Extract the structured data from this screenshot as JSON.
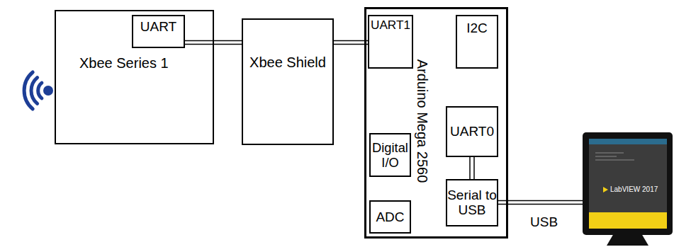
{
  "diagram": {
    "nodes": [
      {
        "text": [
          "Xbee Series 1"
        ]
      },
      {
        "text": [
          "UART"
        ],
        "in": 0
      },
      {
        "text": [
          "Xbee Shield"
        ]
      },
      {
        "text": [
          "Arduino Mega 2560"
        ]
      },
      {
        "text": [
          "UART1"
        ],
        "in": 3
      },
      {
        "text": [
          "I2C"
        ],
        "in": 3
      },
      {
        "text": [
          "UART0"
        ],
        "in": 3
      },
      {
        "text": [
          "Digital I/O"
        ],
        "in": 3
      },
      {
        "text": [
          "Serial to USB"
        ],
        "in": 3
      },
      {
        "text": [
          "ADC"
        ],
        "in": 3
      }
    ],
    "edges": [
      {
        "from": 1,
        "to": 2,
        "arrow": "none"
      },
      {
        "from": 2,
        "to": 4,
        "arrow": "none"
      },
      {
        "from": 6,
        "to": 8,
        "arrow": "none"
      }
    ],
    "labels": [
      "USB",
      "LabVIEW 2017"
    ]
  }
}
